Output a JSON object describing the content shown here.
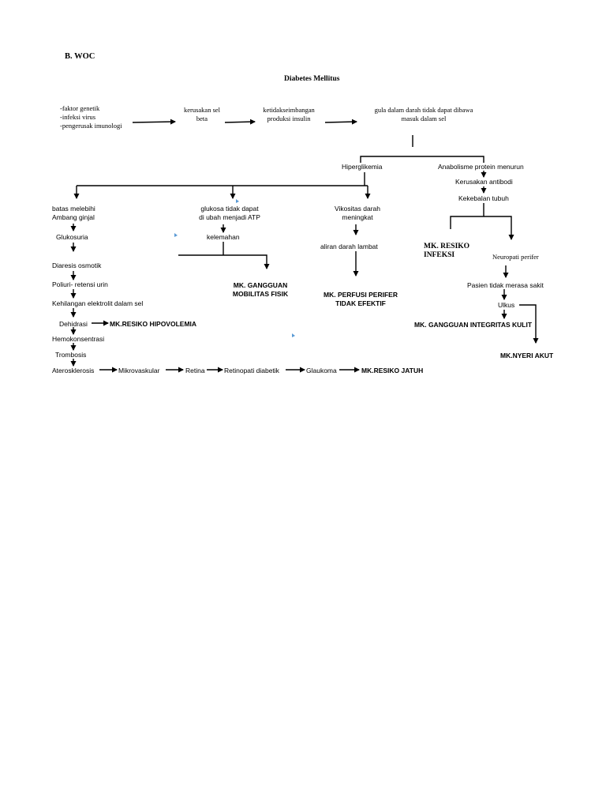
{
  "section_heading": "B.  WOC",
  "diagram_title": "Diabetes Mellitus",
  "causes": {
    "line1": "-faktor genetik",
    "line2": "-infeksi virus",
    "line3": "-pengerusak imunologi"
  },
  "beta_damage": {
    "line1": "kerusakan sel",
    "line2": "beta"
  },
  "insulin_imbalance": {
    "line1": "ketidakseimbangan",
    "line2": "produksi insulin"
  },
  "glucose_blocked": {
    "line1": "gula dalam darah tidak dapat dibawa",
    "line2": "masuk dalam sel"
  },
  "hiperglikemia": "Hiperglikemia",
  "anabolisme": "Anabolisme protein menurun",
  "kerusakan_antibodi": "Kerusakan antibodi",
  "kekebalan_tubuh": "Kekebalan tubuh",
  "mk_resiko_infeksi": {
    "line1": "MK. RESIKO",
    "line2": "INFEKSI"
  },
  "neuropati": "Neuropati perifer",
  "pasien_tidak_merasa_sakit": "Pasien tidak merasa sakit",
  "ulkus": "Ulkus",
  "mk_integritas_kulit": "MK. GANGGUAN INTEGRITAS KULIT",
  "mk_nyeri_akut": "MK.NYERI AKUT",
  "batas": {
    "line1": "batas melebihi",
    "line2": "Ambang ginjal"
  },
  "glukosuria": "Glukosuria",
  "diaresis": "Diaresis osmotik",
  "poliuri": "Poliuri- retensi urin",
  "kehilangan_elektrolit": "Kehilangan elektrolit dalam sel",
  "dehidrasi": "Dehidrasi",
  "mk_hipovolemia": "MK.RESIKO HIPOVOLEMIA",
  "hemokonsentrasi": "Hemokonsentrasi",
  "trombosis": "Trombosis",
  "aterosklerosis": "Aterosklerosis",
  "mikrovaskular": "Mikrovaskular",
  "retina": "Retina",
  "retinopati": "Retinopati diabetik",
  "glaukoma": "Glaukoma",
  "mk_resiko_jatuh": "MK.RESIKO JATUH",
  "glukosa_atp": {
    "line1": "glukosa tidak dapat",
    "line2": "di ubah menjadi ATP"
  },
  "kelemahan": "kelemahan",
  "mk_mobilitas": {
    "line1": "MK. GANGGUAN",
    "line2": "MOBILITAS FISIK"
  },
  "viskositas": {
    "line1": "Vikositas darah",
    "line2": "meningkat"
  },
  "aliran_darah": "aliran darah lambat",
  "mk_perfusi": {
    "line1": "MK. PERFUSI PERIFER",
    "line2": "TIDAK EFEKTIF"
  }
}
